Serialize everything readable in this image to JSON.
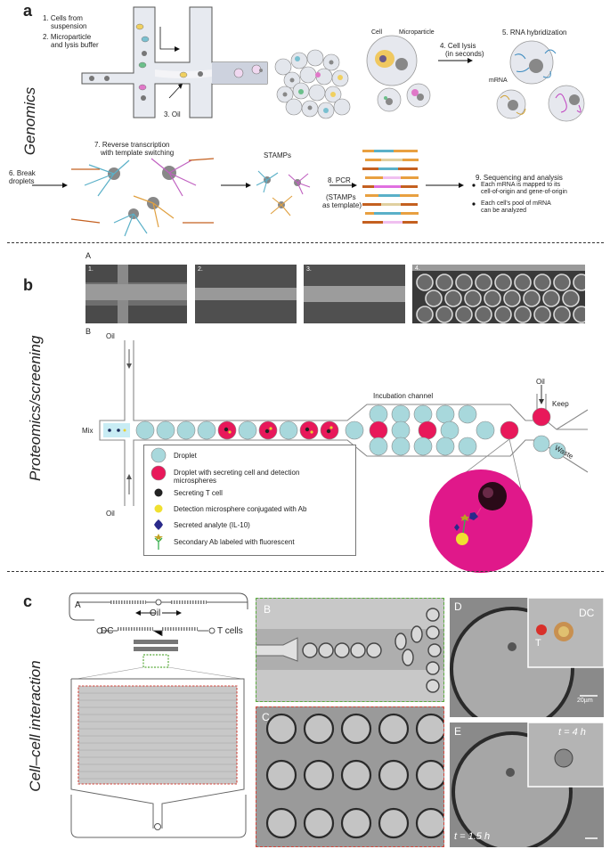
{
  "panels": {
    "a": {
      "letter": "a",
      "side_title": "Genomics",
      "steps": {
        "s1": "1. Cells from",
        "s1b": "suspension",
        "s2": "2. Microparticle",
        "s2b": "and lysis buffer",
        "s3": "3. Oil",
        "cell": "Cell",
        "microparticle": "Microparticle",
        "s4": "4. Cell lysis",
        "s4b": "(in seconds)",
        "s5": "5. RNA hybridization",
        "mrna": "mRNA",
        "s6": "6. Break",
        "s6b": "droplets",
        "s7": "7. Reverse transcription",
        "s7b": "with template switching",
        "stamps": "STAMPs",
        "s8": "8. PCR",
        "s8b": "(STAMPs",
        "s8c": "as template)",
        "s9": "9. Sequencing and analysis",
        "b1": "Each mRNA is mapped to its",
        "b1b": "cell-of-origin and gene-of-origin",
        "b2": "Each cell's pool of mRNA",
        "b2b": "can be analyzed"
      }
    },
    "b": {
      "letter": "b",
      "side_title": "Proteomics/screening",
      "sub_a": "A",
      "sub_b": "B",
      "photo_labels": [
        "1.",
        "2.",
        "3.",
        "4."
      ],
      "oil_top": "Oil",
      "oil_bottom": "Oil",
      "mix": "Mix",
      "incubation": "Incubation channel",
      "oil_right": "Oil",
      "keep": "Keep",
      "waste": "Waste",
      "legend": [
        "Droplet",
        "Droplet with secreting cell and detection microspheres",
        "Secreting T cell",
        "Detection microsphere conjugated with Ab",
        "Secreted analyte (IL-10)",
        "Secondary Ab labeled with fluorescent"
      ]
    },
    "c": {
      "letter": "c",
      "side_title": "Cell–cell interaction",
      "sub_a": "A",
      "oil": "Oil",
      "dc": "DC",
      "tcells": "T cells",
      "sub_b": "B",
      "sub_c": "C",
      "sub_d": "D",
      "sub_e": "E",
      "inset_t": "T",
      "inset_dc": "DC",
      "scale": "20µm",
      "time_inset": "t = 4 h",
      "time_main": "t = 1.5 h"
    }
  },
  "colors": {
    "droplet_blue": "#a8d8dc",
    "droplet_pink": "#e8185a",
    "gray_particle": "#7a7a7a",
    "green_border": "#5aaa3c",
    "red_border": "#d2463c"
  }
}
